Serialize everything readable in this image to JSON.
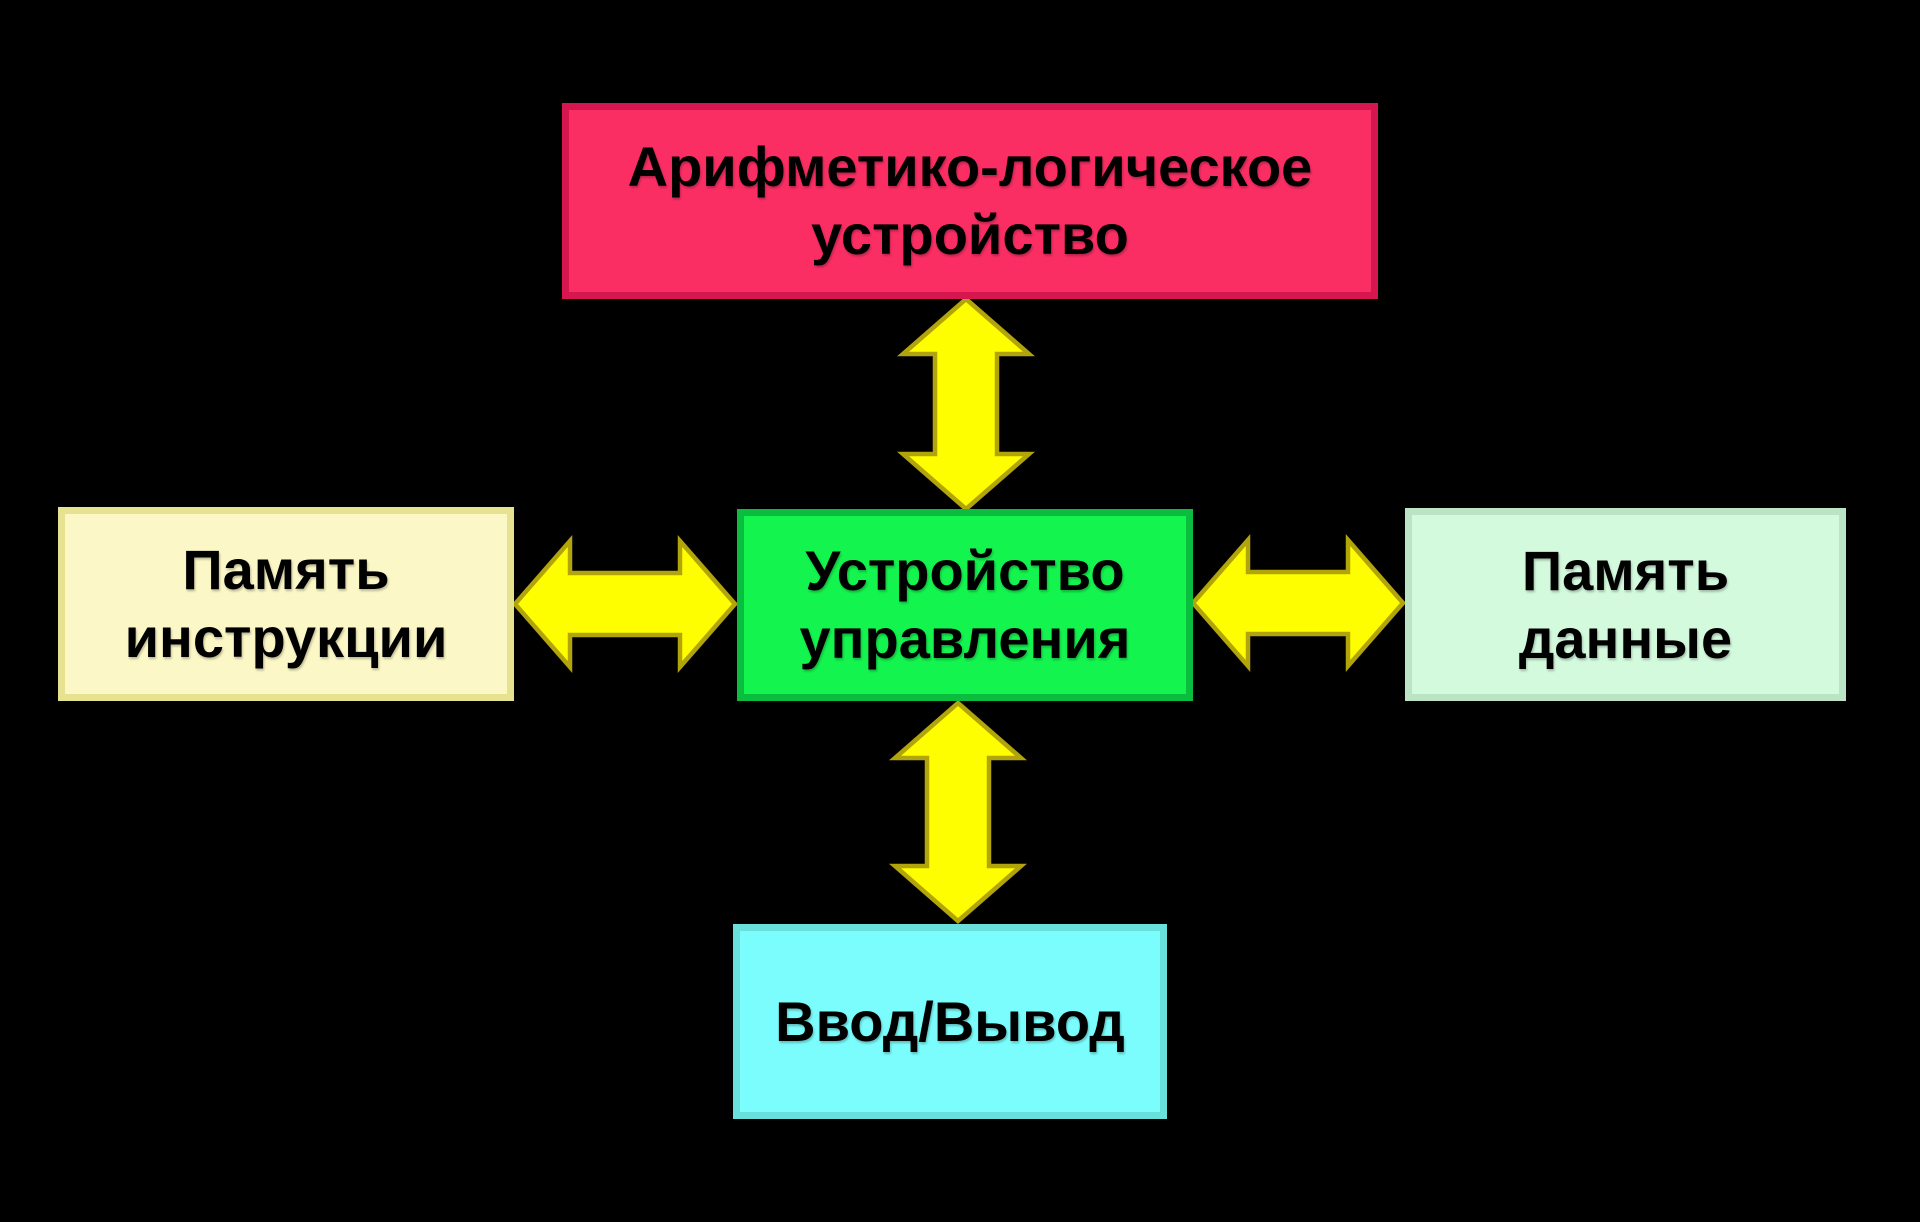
{
  "diagram": {
    "type": "block-diagram",
    "background": "#000000",
    "nodes": [
      {
        "id": "alu",
        "label": "Арифметико-логическое\nустройство",
        "fill": "#FB2E64",
        "border": "#D5164F"
      },
      {
        "id": "instruction_memory",
        "label": "Память\nинструкции",
        "fill": "#FCF7C6",
        "border": "#E6E28F"
      },
      {
        "id": "control_unit",
        "label": "Устройство\nуправления",
        "fill": "#14F44F",
        "border": "#0ABD3E"
      },
      {
        "id": "data_memory",
        "label": "Память\nданные",
        "fill": "#D4FADE",
        "border": "#BAE4C4"
      },
      {
        "id": "io",
        "label": "Ввод/Вывод",
        "fill": "#7BFDFD",
        "border": "#69E0DC"
      }
    ],
    "edges": [
      {
        "from": "control_unit",
        "to": "alu",
        "style": "double-headed-arrow",
        "direction": "vertical"
      },
      {
        "from": "control_unit",
        "to": "instruction_memory",
        "style": "double-headed-arrow",
        "direction": "horizontal"
      },
      {
        "from": "control_unit",
        "to": "data_memory",
        "style": "double-headed-arrow",
        "direction": "horizontal"
      },
      {
        "from": "control_unit",
        "to": "io",
        "style": "double-headed-arrow",
        "direction": "vertical"
      }
    ]
  },
  "colors": {
    "background": "#000000",
    "arrow_fill": "#FEFE00",
    "arrow_stroke": "#B2A40B",
    "alu_fill": "#FB2E64",
    "alu_border": "#D5164F",
    "instruction_fill": "#FCF7C6",
    "instruction_border": "#E6E28F",
    "control_fill": "#14F44F",
    "control_border": "#0ABD3E",
    "data_fill": "#D4FADE",
    "data_border": "#BAE4C4",
    "io_fill": "#7BFDFD",
    "io_border": "#69E0DC"
  }
}
